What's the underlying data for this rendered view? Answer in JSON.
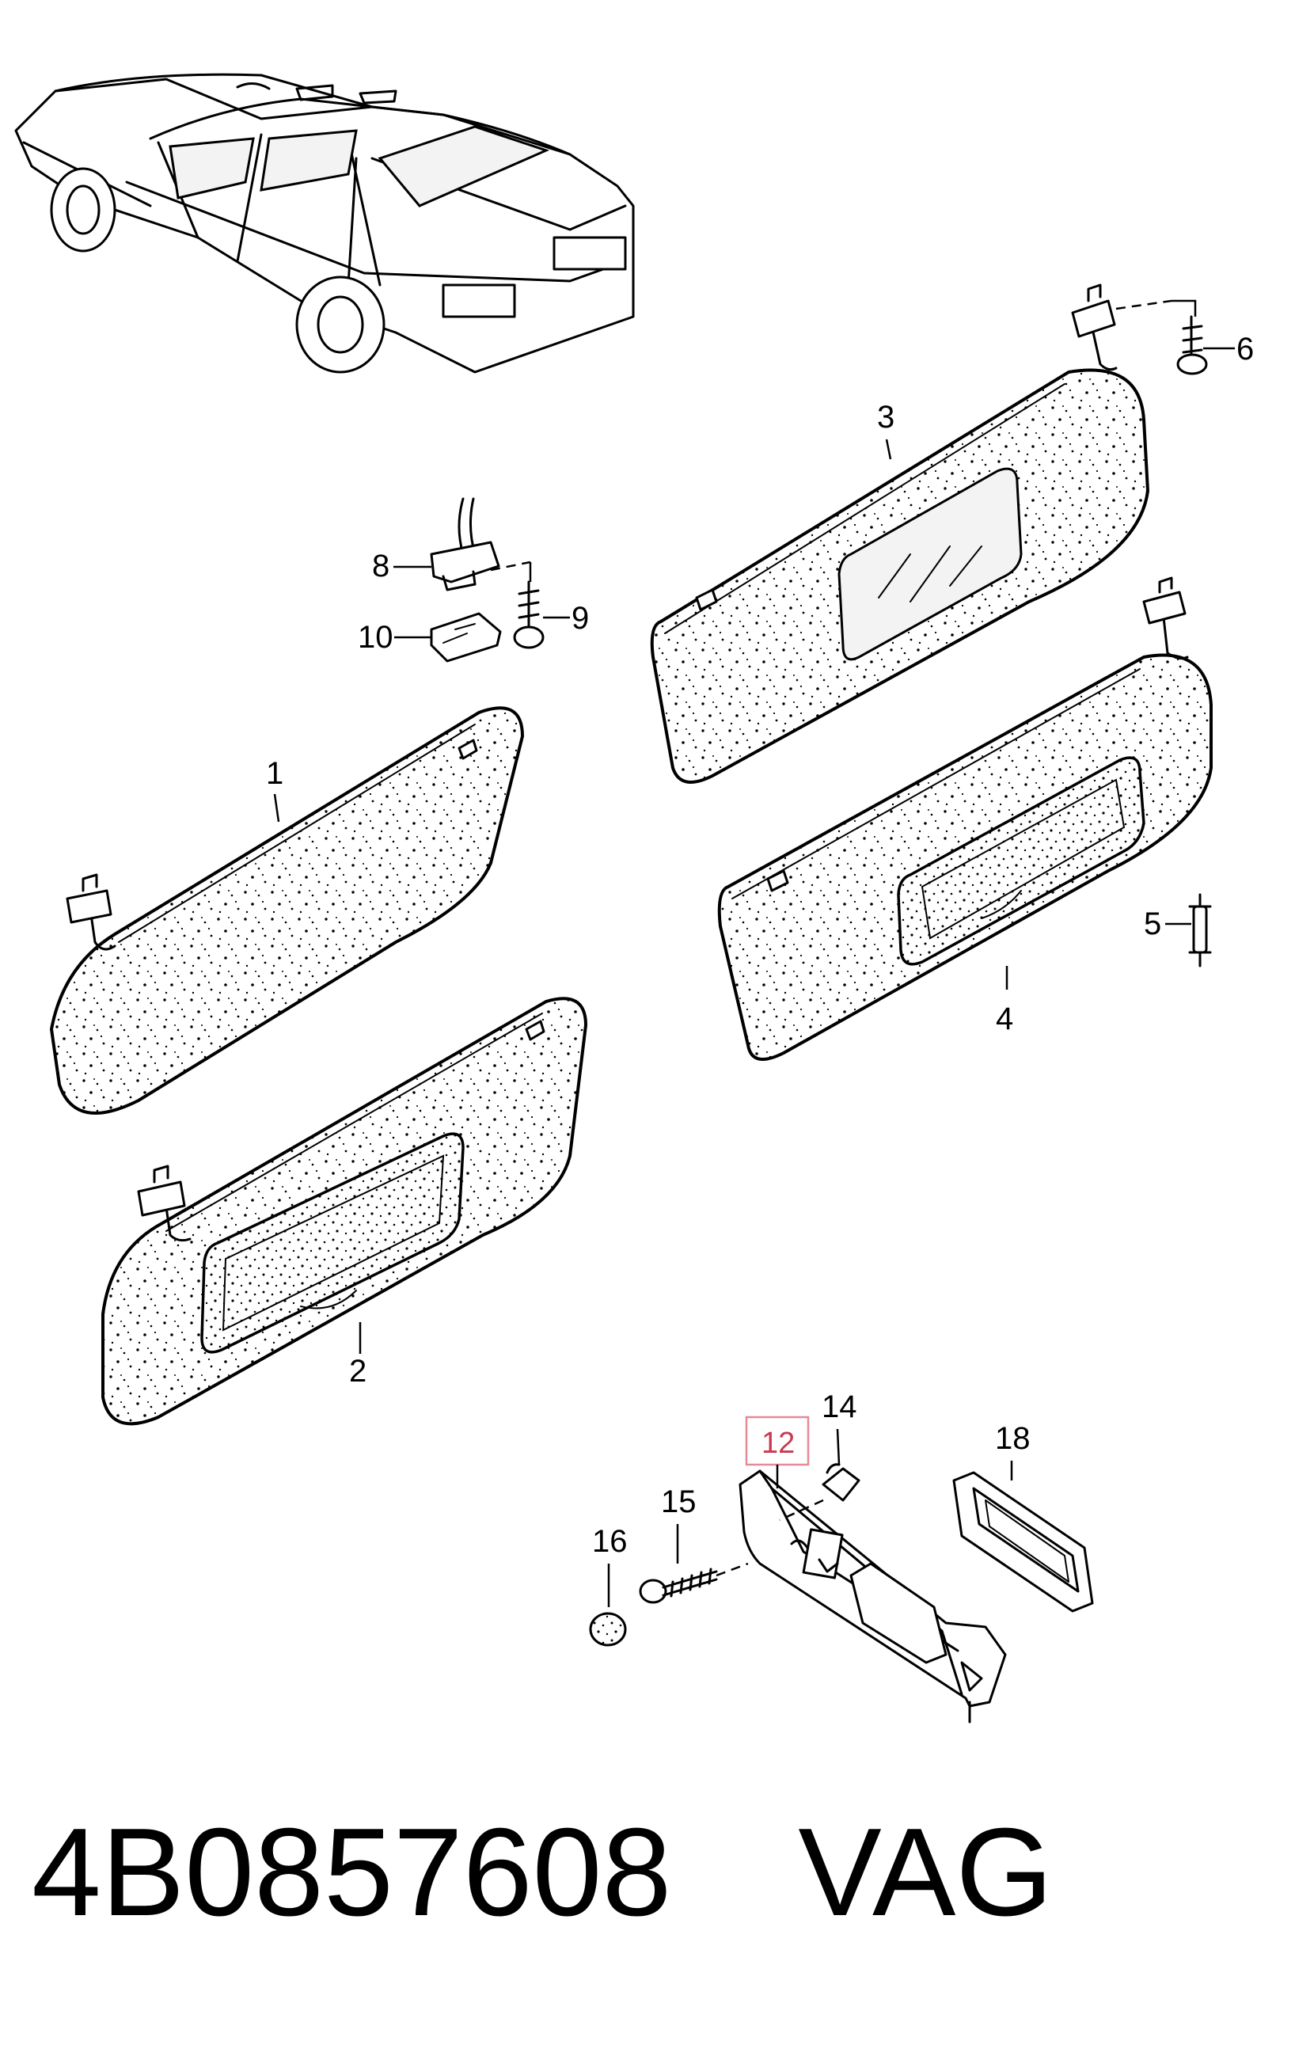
{
  "callouts": {
    "c1": "1",
    "c2": "2",
    "c3": "3",
    "c4": "4",
    "c5": "5",
    "c6": "6",
    "c8": "8",
    "c9": "9",
    "c10": "10",
    "c12": "12",
    "c14": "14",
    "c15": "15",
    "c16": "16",
    "c18": "18"
  },
  "highlight": {
    "part": "12",
    "color": "#e58a96"
  },
  "footer": {
    "part_number": "4B0857608",
    "brand": "VAG"
  }
}
